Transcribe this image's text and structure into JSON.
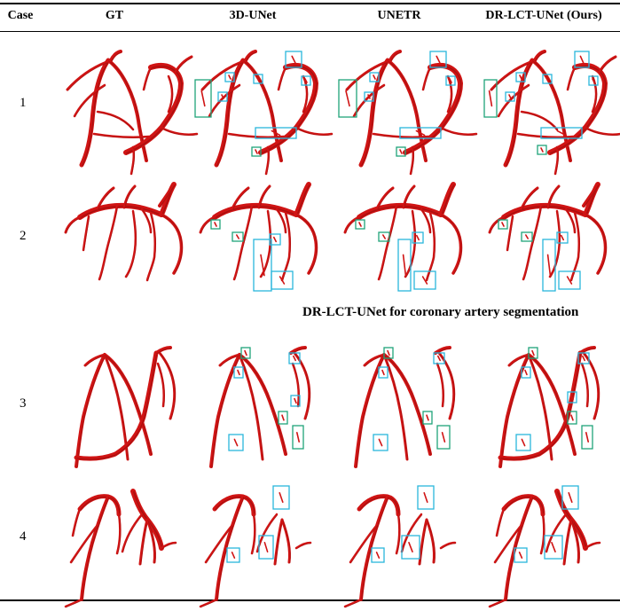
{
  "table": {
    "headers": [
      "Case",
      "GT",
      "3D-UNet",
      "UNETR",
      "DR-LCT-UNet (Ours)"
    ],
    "cases": [
      "1",
      "2",
      "3",
      "4"
    ],
    "caption": "DR-LCT-UNet for coronary artery segmentation"
  },
  "colors": {
    "vessel": "#d01414",
    "vessel_dark": "#8a0c0c",
    "box_false_positive": "#1fa37a",
    "box_false_negative": "#2ab6dc",
    "rule": "#000000"
  }
}
